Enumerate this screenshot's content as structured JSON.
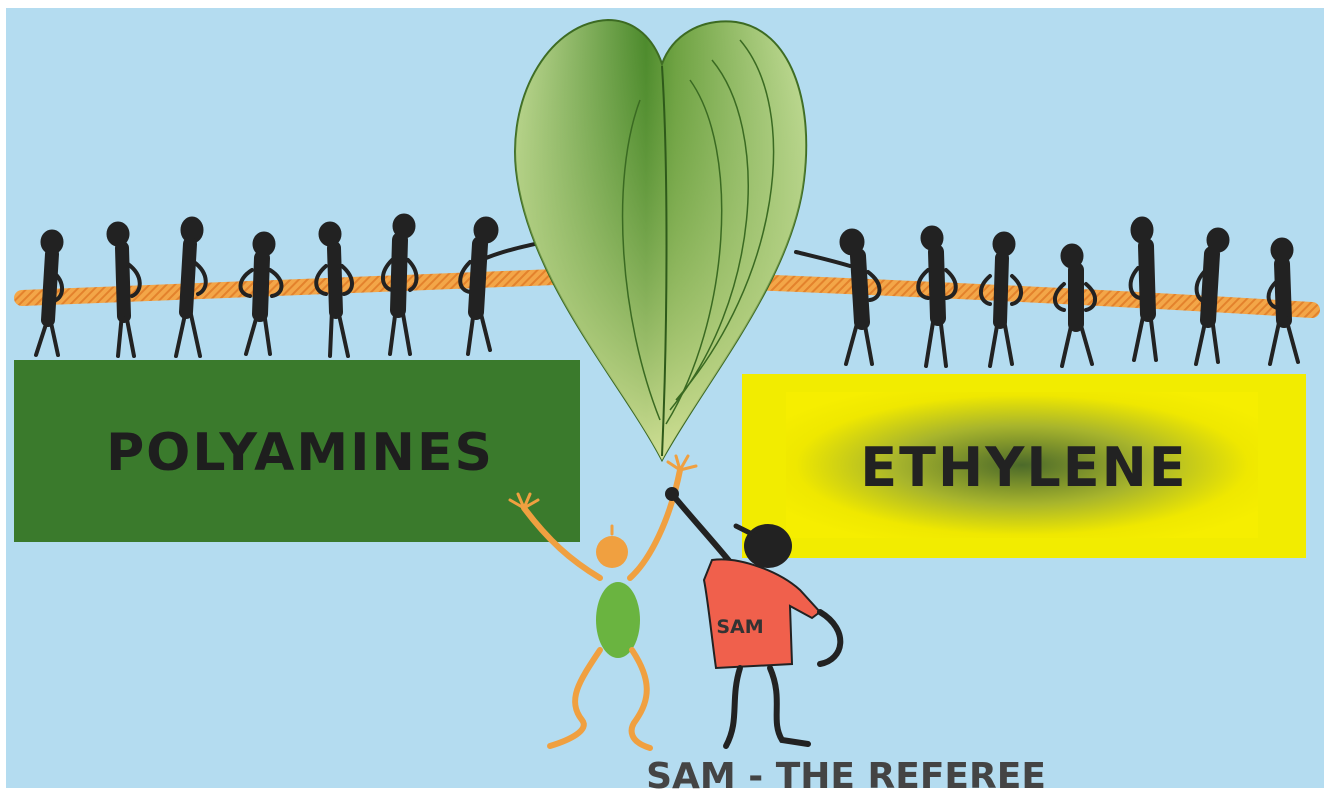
{
  "boxes": {
    "left_label": "POLYAMINES",
    "right_label": "ETHYLENE"
  },
  "referee": {
    "shirt_text": "SAM",
    "caption": "SAM - THE REFEREE"
  },
  "colors": {
    "sky": "#b4dcf0",
    "polyamines_box": "#3a7a2c",
    "ethylene_box": "#f2ec00",
    "rope": "#f0a040",
    "figure": "#222222",
    "leaf": "#7eae4a",
    "referee_shirt": "#f0604c",
    "player_body": "#f0a040",
    "player_shirt": "#6ab440",
    "caption_text": "#444444"
  },
  "icons": {
    "leaf": "heart-shaped-leaf-icon",
    "figures": "stick-figure-icon"
  }
}
